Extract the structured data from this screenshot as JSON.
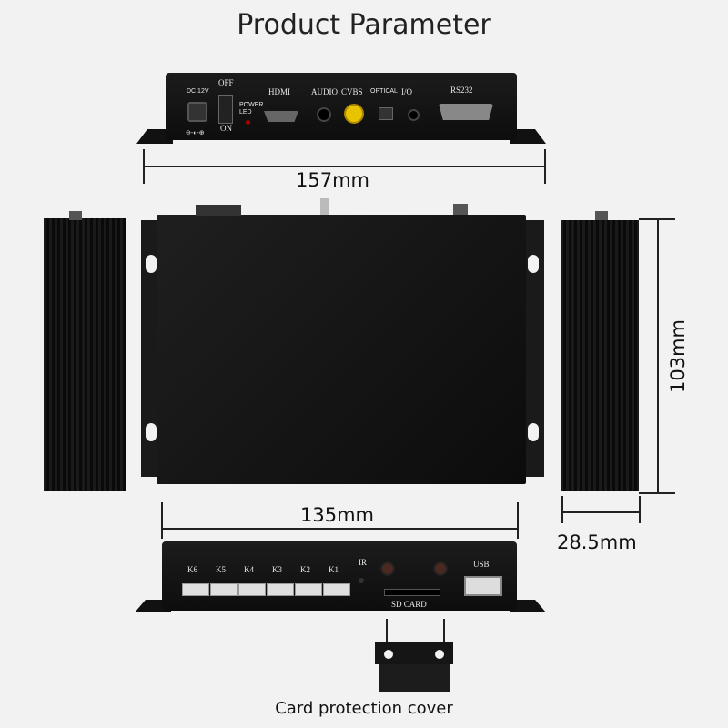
{
  "title": "Product Parameter",
  "dimensions": {
    "width": "157mm",
    "inner_width": "135mm",
    "height": "103mm",
    "depth": "28.5mm"
  },
  "rear_panel": {
    "dc": "DC 12V",
    "dc_symbol": "⊖-◐-⊕",
    "switch_off": "OFF",
    "switch_on": "ON",
    "power_led": "POWER LED",
    "hdmi": "HDMI",
    "audio": "AUDIO",
    "cvbs": "CVBS",
    "optical": "OPTICAL",
    "io": "I/O",
    "rs232": "RS232"
  },
  "front_panel": {
    "keys": [
      "K6",
      "K5",
      "K4",
      "K3",
      "K2",
      "K1"
    ],
    "ir": "IR",
    "sd_card": "SD  CARD",
    "usb": "USB"
  },
  "caption": "Card protection cover"
}
